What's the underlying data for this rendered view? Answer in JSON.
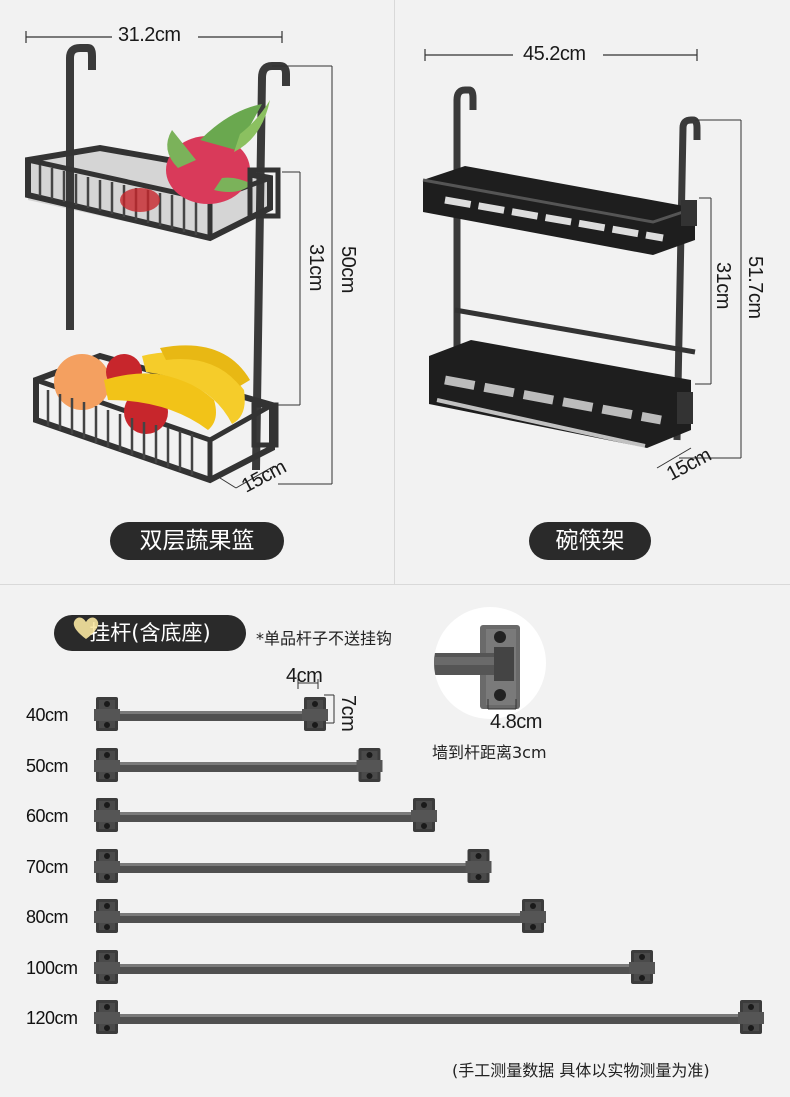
{
  "basket": {
    "width": "31.2cm",
    "height_total": "50cm",
    "height_gap": "31cm",
    "depth": "15cm",
    "label": "双层蔬果篮"
  },
  "bowl_rack": {
    "width": "45.2cm",
    "height_total": "51.7cm",
    "height_gap": "31cm",
    "depth": "15cm",
    "label": "碗筷架"
  },
  "rail_section": {
    "title": "挂杆(含底座)",
    "note": "*单品杆子不送挂钩",
    "bracket_width": "4cm",
    "bracket_height": "7cm",
    "mount_width": "4.8cm",
    "wall_distance": "墙到杆距离3cm",
    "rails": [
      {
        "label": "40cm",
        "length": 40
      },
      {
        "label": "50cm",
        "length": 50
      },
      {
        "label": "60cm",
        "length": 60
      },
      {
        "label": "70cm",
        "length": 70
      },
      {
        "label": "80cm",
        "length": 80
      },
      {
        "label": "100cm",
        "length": 100
      },
      {
        "label": "120cm",
        "length": 120
      }
    ]
  },
  "footer_note": "(手工测量数据 具体以实物测量为准)",
  "colors": {
    "metal": "#3a3a3a",
    "rail": "#505050",
    "pill_bg": "#2a2a2a",
    "dragonfruit": "#d93a5a",
    "banana": "#f2c318",
    "apple": "#c7262c",
    "peach": "#f4a060"
  }
}
